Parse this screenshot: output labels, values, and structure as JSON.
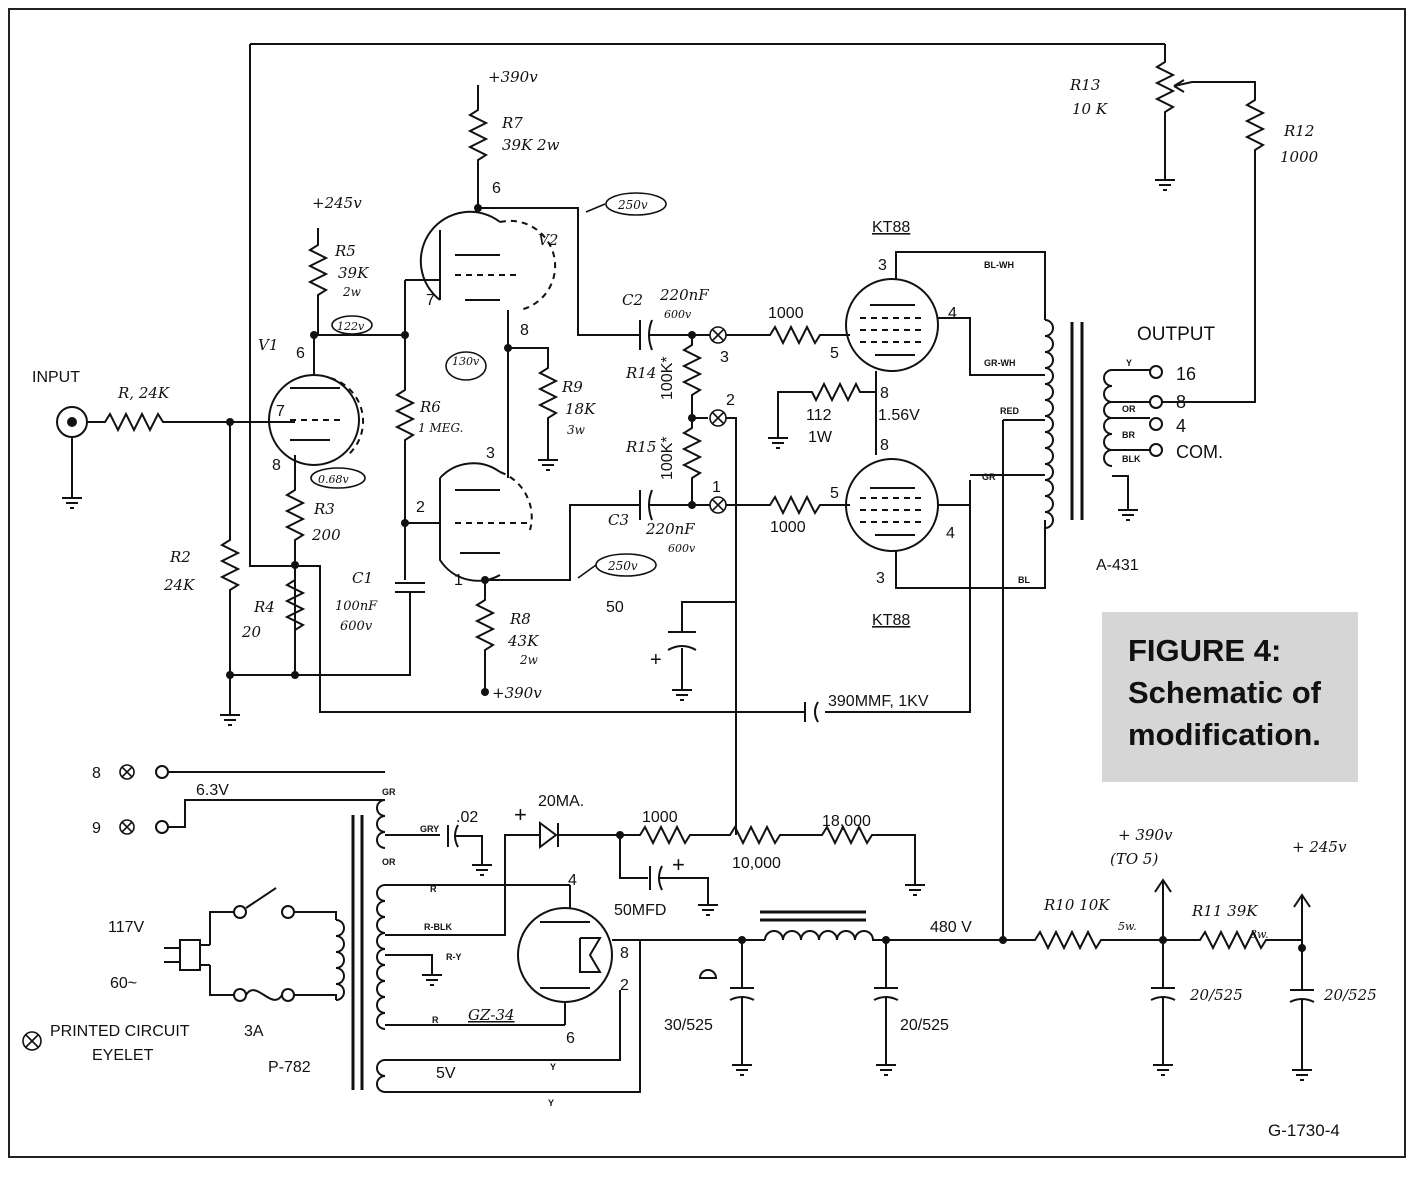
{
  "caption": {
    "line1": "FIGURE 4:",
    "line2": "Schematic of",
    "line3": "modification."
  },
  "figure_id": "G-1730-4",
  "labels": {
    "input": "INPUT",
    "r1": "R, 24K",
    "r2a": "R2",
    "r2b": "24K",
    "v1": "V1",
    "r5a": "R5",
    "r5b": "39K",
    "r5c": "2w",
    "p245": "+245v",
    "r3a": "R3",
    "r3b": "200",
    "r4a": "R4",
    "r4b": "20",
    "c1a": "C1",
    "c1b": "100nF",
    "c1c": "600v",
    "r6a": "R6",
    "r6b": "1 MEG.",
    "v2": "V2",
    "p390_top": "+390v",
    "r7a": "R7",
    "r7b": "39K 2w",
    "r8a": "R8",
    "r8b": "43K",
    "r8c": "2w",
    "p390_bot": "+390v",
    "r9a": "R9",
    "r9b": "18K",
    "r9c": "3w",
    "c2a": "C2",
    "c2b": "220nF",
    "c2c": "600v",
    "c3a": "C3",
    "c3b": "220nF",
    "c3c": "600v",
    "r14a": "R14",
    "r14b": "100K*",
    "r15a": "R15",
    "r15b": "100K*",
    "v_122": "122v",
    "v_130": "130v",
    "v_068": "0.68v",
    "v_250a": "250v",
    "v_250b": "250v",
    "pin6": "6",
    "pin7": "7",
    "pin8": "8",
    "pin6b": "6",
    "pin7b": "7",
    "pin8b": "8",
    "pin3b": "3",
    "pin2b": "2",
    "pin1b": "1",
    "kt88_top": "KT88",
    "kt88_bot": "KT88",
    "grid1000a": "1000",
    "grid1000b": "1000",
    "k_pin3a": "3",
    "k_pin4a": "4",
    "k_pin5a": "5",
    "k_pin8a": "8",
    "k_pin8b": "8",
    "k_pin5b": "5",
    "k_pin4b": "4",
    "k_pin3b": "3",
    "r112a": "112",
    "r112b": "1W",
    "v156": "1.56V",
    "e3": "3",
    "e2": "2",
    "e1": "1",
    "fifty": "50",
    "c390": "390MMF, 1KV",
    "r13a": "R13",
    "r13b": "10 K",
    "r12a": "R12",
    "r12b": "1000",
    "output": "OUTPUT",
    "o16": "16",
    "o8": "8",
    "o4": "4",
    "ocom": "COM.",
    "a431": "A-431",
    "bl_wh": "BL-WH",
    "gr_wh": "GR-WH",
    "red": "RED",
    "gr": "GR",
    "bl": "BL",
    "t_y": "Y",
    "t_or": "OR",
    "t_br": "BR",
    "t_blk": "BLK",
    "e8": "8",
    "e9": "9",
    "v63": "6.3V",
    "c02": ".02",
    "ma20": "20MA.",
    "r1000": "1000",
    "r10000": "10,000",
    "r18000": "18,000",
    "mfd50": "50MFD",
    "v117": "117V",
    "hz60": "60~",
    "fuse": "3A",
    "pc1": "PRINTED CIRCUIT",
    "pc2": "EYELET",
    "p782": "P-782",
    "gz34": "GZ-34",
    "g4": "4",
    "g8": "8",
    "g2": "2",
    "g6": "6",
    "v5": "5V",
    "c30": "30/525",
    "c20": "20/525",
    "v480": "480 V",
    "r10": "R10  10K",
    "r10w": "5w.",
    "r11": "R11  39K",
    "r11w": "3w.",
    "p390r": "+ 390v",
    "to5": "(TO 5)",
    "p245r": "+ 245v",
    "c20a": "20/525",
    "c20b": "20/525",
    "pt_gr": "GR",
    "pt_gry": "GRY",
    "pt_or": "OR",
    "pt_r": "R",
    "pt_rblk": "R-BLK",
    "pt_ry": "R-Y",
    "pt_r2": "R",
    "pt_y": "Y",
    "pt_y2": "Y"
  }
}
